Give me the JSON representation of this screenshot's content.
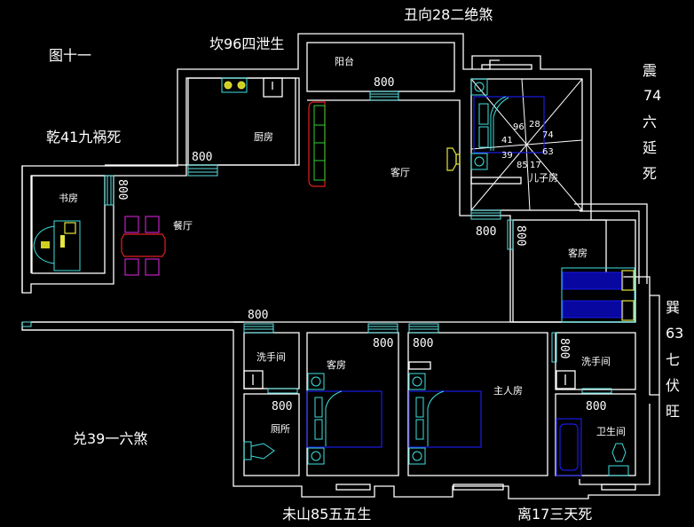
{
  "figure_label": "图十一",
  "directions": {
    "north": "坎96四泄生",
    "north_east": "丑向28二绝煞",
    "north_west": "乾41九祸死",
    "east_top": [
      "震",
      "74",
      "六",
      "延",
      "死"
    ],
    "east_bottom": [
      "巽",
      "63",
      "七",
      "伏",
      "旺"
    ],
    "west": "兑39一六煞",
    "south_west": "未山85五五生",
    "south": "离17三天死"
  },
  "rooms": {
    "balcony": "阳台",
    "kitchen": "厨房",
    "living_room": "客厅",
    "study": "书房",
    "dining_room": "餐厅",
    "son_room": "儿子房",
    "guest_room_east": "客房",
    "washroom_west": "洗手间",
    "toilet": "厕所",
    "guest_room_south": "客房",
    "master_bedroom": "主人房",
    "washroom_east": "洗手间",
    "bathroom": "卫生间"
  },
  "dimensions": {
    "balcony_window": "800",
    "kitchen_window": "800",
    "study_window": "800",
    "son_room_door": "800",
    "guest_east_door": "800",
    "washroom_west_window": "800",
    "guest_south_door": "800",
    "master_door": "800",
    "toilet_door": "800",
    "bathroom_door": "800",
    "washroom_east_door": "800"
  },
  "son_room_compass": {
    "center_labels": [
      "96",
      "28",
      "74",
      "41",
      "63",
      "39",
      "85",
      "17"
    ]
  }
}
